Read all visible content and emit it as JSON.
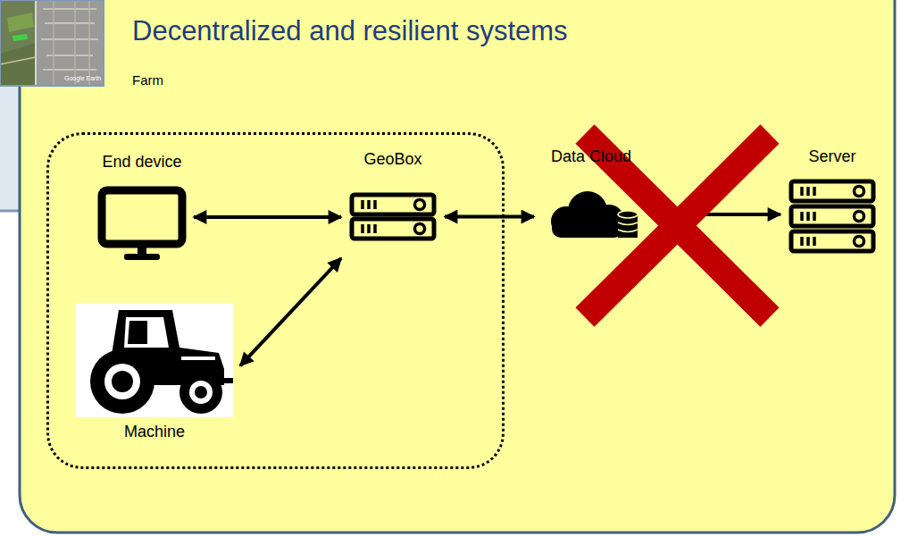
{
  "diagram": {
    "title": "Decentralized and resilient systems",
    "nodes": [
      {
        "text": [
          "Farm"
        ]
      },
      {
        "text": [
          "End device"
        ],
        "in": 0
      },
      {
        "text": [
          "GeoBox"
        ],
        "in": 0
      },
      {
        "text": [
          "Machine"
        ],
        "in": 0
      },
      {
        "text": [
          "Data Cloud"
        ]
      },
      {
        "text": [
          "Server"
        ]
      }
    ],
    "edges": [
      {
        "from": 1,
        "to": 2,
        "arrow": "both"
      },
      {
        "from": 3,
        "to": 2,
        "arrow": "both"
      },
      {
        "from": 2,
        "to": 4,
        "arrow": "both"
      },
      {
        "from": 4,
        "to": 5,
        "arrow": "to"
      }
    ],
    "labels": [
      "Google Earth"
    ]
  }
}
